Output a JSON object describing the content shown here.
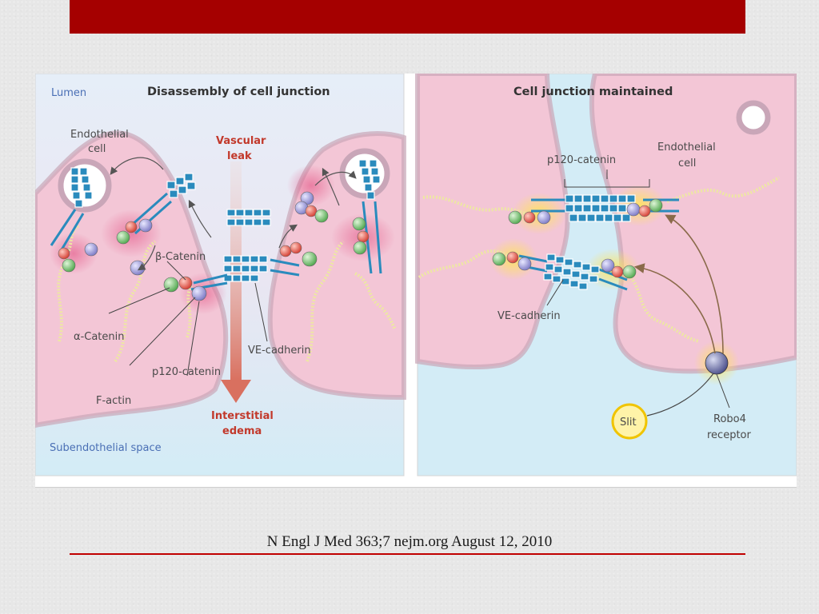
{
  "colors": {
    "top_bar": "#a50000",
    "rule": "#c00000",
    "cell_pink": "#f1c3d3",
    "lumen_blue": "#dbeaf7",
    "cadherin": "#2a8bbd",
    "beta_catenin": "#e8524a",
    "alpha_catenin": "#7cc47a",
    "p120_catenin": "#a9a7d8",
    "vascular_leak_arrow": "#d9857a"
  },
  "left_panel": {
    "title": "Disassembly of cell junction",
    "lumen_label": "Lumen",
    "endothelial_cell_label": [
      "Endothelial",
      "cell"
    ],
    "vascular_leak_label": [
      "Vascular",
      "leak"
    ],
    "beta_catenin_label": "β-Catenin",
    "alpha_catenin_label": "α-Catenin",
    "ve_cadherin_label": "VE-cadherin",
    "p120_catenin_label": "p120-catenin",
    "f_actin_label": "F-actin",
    "interstitial_edema_label": [
      "Interstitial",
      "edema"
    ],
    "subendothelial_label": "Subendothelial space"
  },
  "right_panel": {
    "title": "Cell junction maintained",
    "p120_catenin_label": "p120-catenin",
    "endothelial_cell_label": [
      "Endothelial",
      "cell"
    ],
    "ve_cadherin_label": "VE-cadherin",
    "slit_label": "Slit",
    "robo4_label": [
      "Robo4",
      "receptor"
    ]
  },
  "citation": "N Engl J Med 363;7 nejm.org August 12, 2010"
}
